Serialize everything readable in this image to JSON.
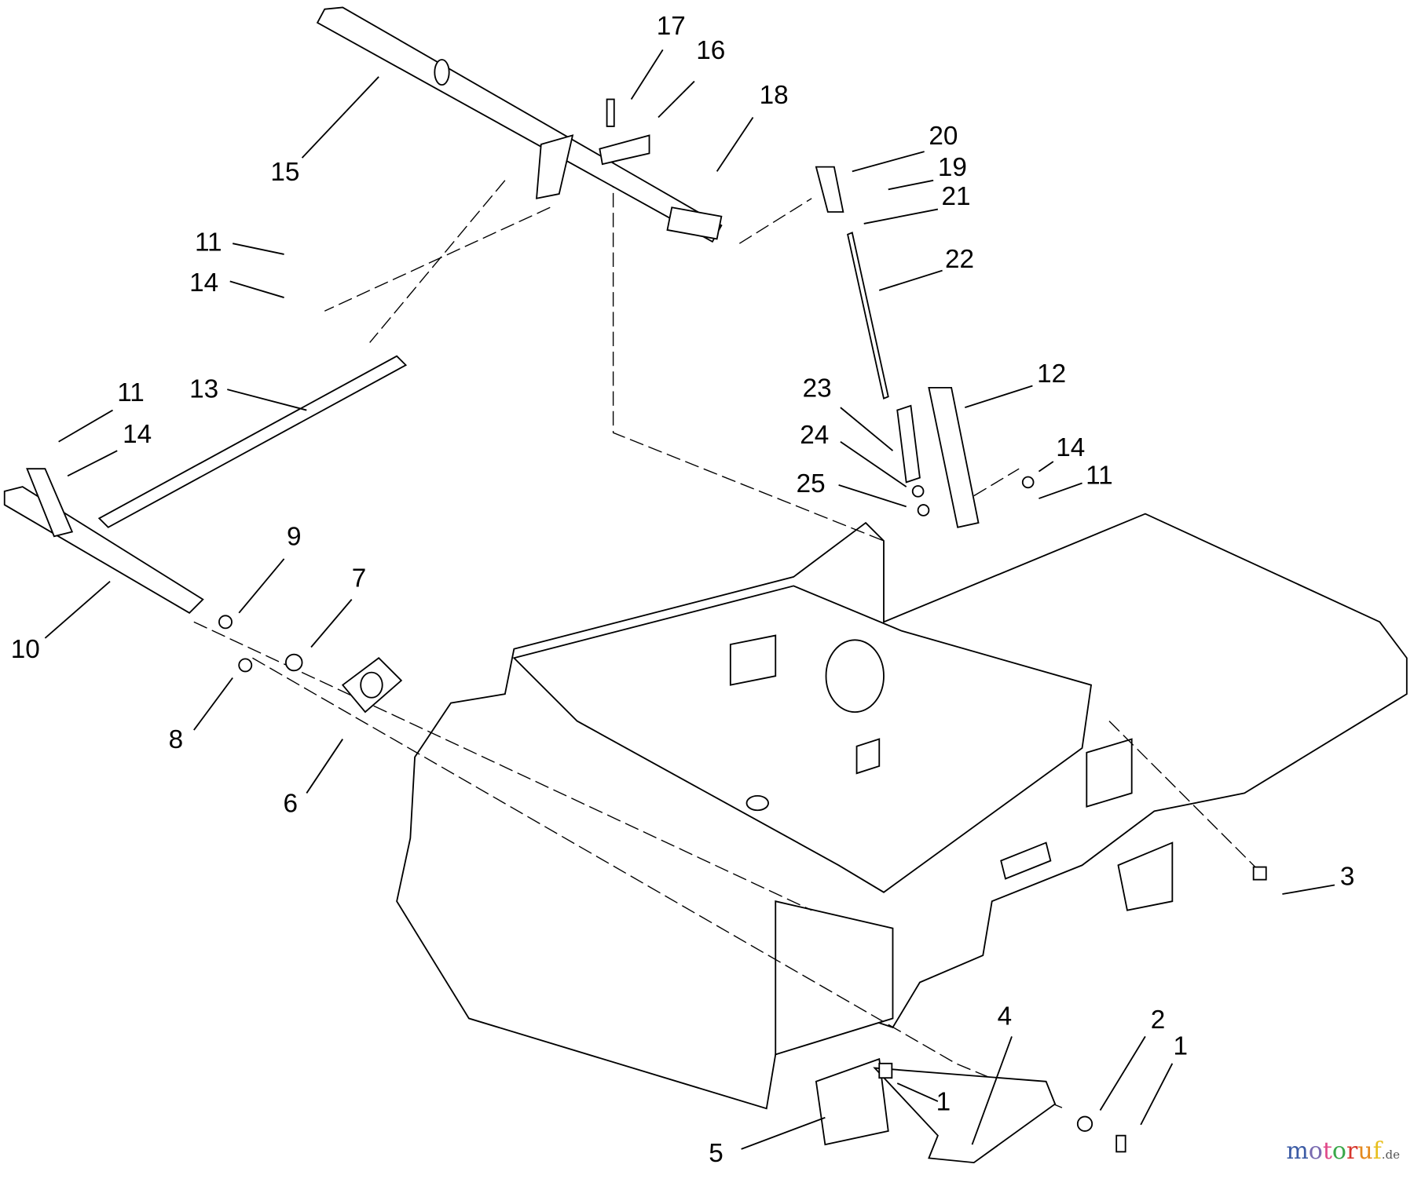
{
  "diagram": {
    "callouts": [
      "17",
      "16",
      "18",
      "15",
      "20",
      "19",
      "21",
      "22",
      "11",
      "14",
      "13",
      "12",
      "23",
      "24",
      "25",
      "14",
      "11",
      "11",
      "14",
      "9",
      "7",
      "10",
      "8",
      "6",
      "3",
      "4",
      "2",
      "1",
      "1",
      "5"
    ]
  },
  "watermark": {
    "text": "motoruf",
    "suffix": ".de",
    "colors": [
      "#3b5ba5",
      "#7a6bb0",
      "#e04a8a",
      "#3aa84a",
      "#d7372e",
      "#e58a1e",
      "#e8c020"
    ]
  }
}
